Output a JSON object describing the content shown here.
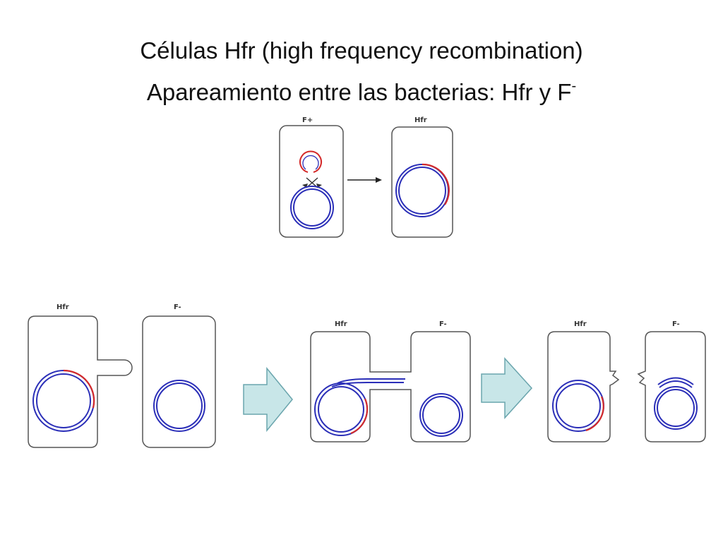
{
  "title": {
    "line1": "Células Hfr (high frequency recombination)",
    "line2_main": "Apareamiento entre las bacterias: Hfr y F",
    "line2_sup": "-"
  },
  "labels": {
    "top_left": "F+",
    "top_right": "Hfr",
    "s1_left": "Hfr",
    "s1_right": "F-",
    "s2_left": "Hfr",
    "s2_right": "F-",
    "s3_left": "Hfr",
    "s3_right": "F-"
  },
  "colors": {
    "chromosome": "#2b2fb8",
    "f_plasmid": "#d42a2a",
    "cell_outline": "#555555",
    "step_arrow_fill": "#c8e6e8",
    "step_arrow_stroke": "#6aa5ad"
  }
}
